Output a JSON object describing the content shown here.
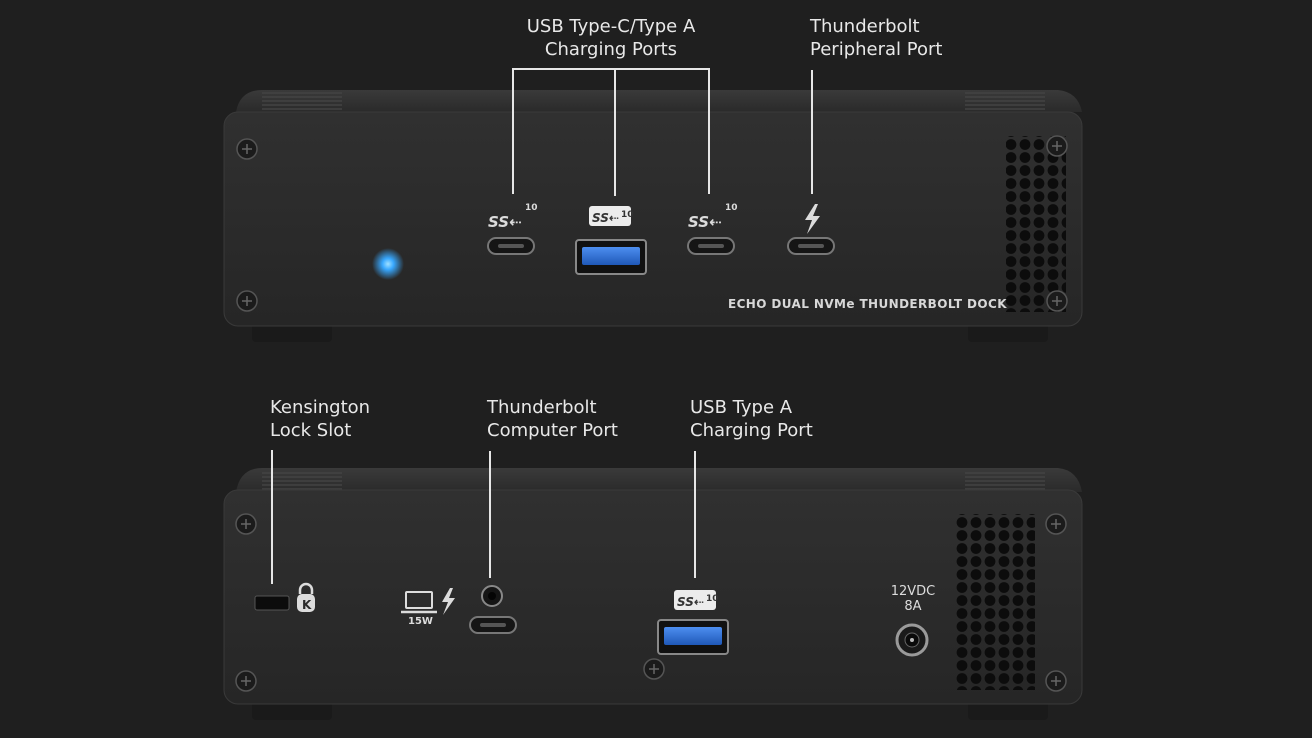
{
  "front_labels": {
    "usb_charging": [
      "USB Type-C/Type A",
      "Charging Ports"
    ],
    "thunderbolt_peripheral": [
      "Thunderbolt",
      "Peripheral Port"
    ]
  },
  "front_device": {
    "model_text": "ECHO DUAL NVMe THUNDERBOLT DOCK",
    "port_marks": [
      "10",
      "10",
      "10"
    ]
  },
  "rear_labels": {
    "kensington": [
      "Kensington",
      "Lock Slot"
    ],
    "thunderbolt_computer": [
      "Thunderbolt",
      "Computer Port"
    ],
    "usb_type_a": [
      "USB Type A",
      "Charging Port"
    ]
  },
  "rear_device": {
    "power_watts": "15W",
    "power_spec": [
      "12VDC",
      "8A"
    ],
    "port_mark": "10"
  },
  "colors": {
    "background": "#1f1f1f",
    "chassis": "#2b2b2b",
    "usb_a_blue": "#2c6fd6",
    "led": "#38a8ff"
  }
}
